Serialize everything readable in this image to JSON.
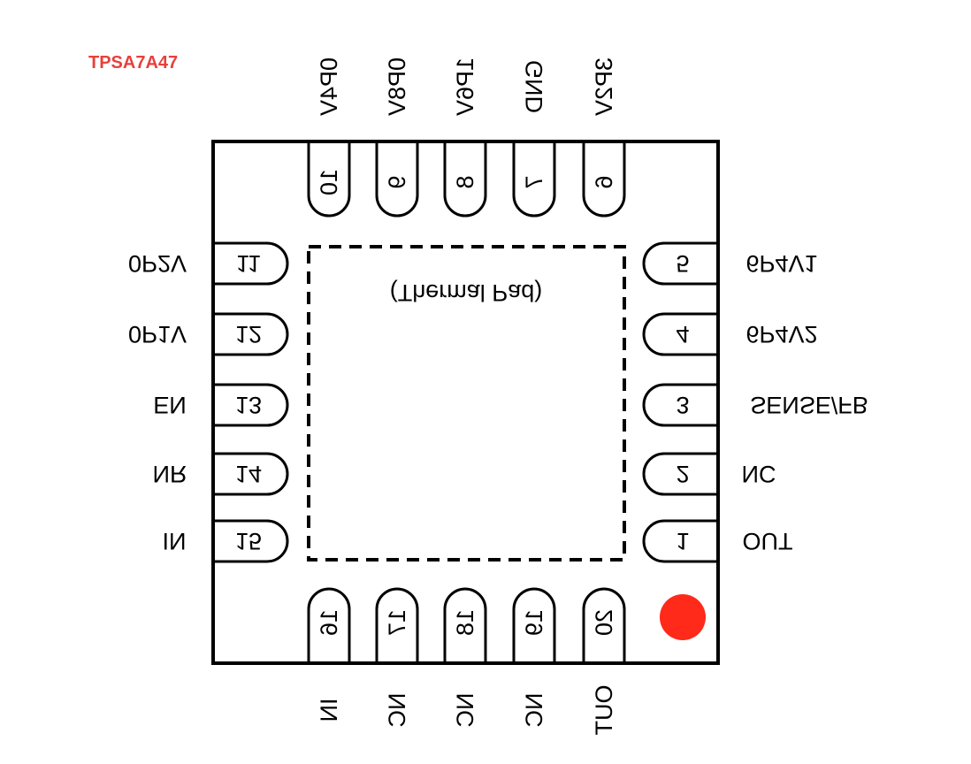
{
  "part_number": "TPSA7A47",
  "thermal_pad_label": "(Thermal Pad)",
  "colors": {
    "part_label": "#e8403a",
    "pin1_marker": "#ff2a1a",
    "outline": "#000000"
  },
  "pins": {
    "top": [
      {
        "number": "10",
        "name": "0P4V"
      },
      {
        "number": "9",
        "name": "0P8V"
      },
      {
        "number": "8",
        "name": "1P6V"
      },
      {
        "number": "7",
        "name": "GND"
      },
      {
        "number": "6",
        "name": "3P2V"
      }
    ],
    "left": [
      {
        "number": "11",
        "name": "0P2V"
      },
      {
        "number": "12",
        "name": "0P1V"
      },
      {
        "number": "13",
        "name": "EN"
      },
      {
        "number": "14",
        "name": "NR"
      },
      {
        "number": "15",
        "name": "IN"
      }
    ],
    "right": [
      {
        "number": "5",
        "name": "6P4V1"
      },
      {
        "number": "4",
        "name": "6P4V2"
      },
      {
        "number": "3",
        "name": "SENSE/FB"
      },
      {
        "number": "2",
        "name": "NC"
      },
      {
        "number": "1",
        "name": "OUT"
      }
    ],
    "bottom": [
      {
        "number": "16",
        "name": "IN"
      },
      {
        "number": "17",
        "name": "NC"
      },
      {
        "number": "18",
        "name": "NC"
      },
      {
        "number": "19",
        "name": "NC"
      },
      {
        "number": "20",
        "name": "OUT"
      }
    ]
  }
}
